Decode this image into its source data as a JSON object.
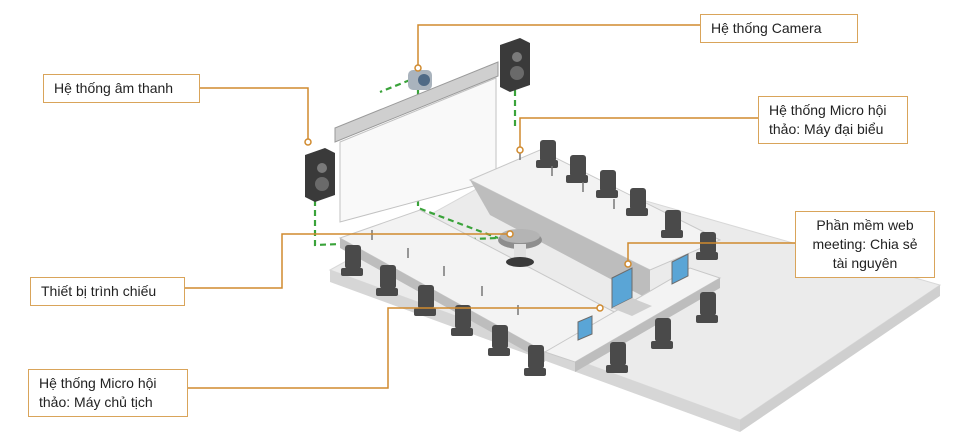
{
  "diagram": {
    "labels": {
      "camera": "Hệ thống Camera",
      "audio": "Hệ thống âm thanh",
      "delegate_mic": "Hệ thống Micro hội thảo: Máy đại biểu",
      "web_meeting": "Phần mềm web meeting: Chia sẻ tài nguyên",
      "projector": "Thiết bị trình chiếu",
      "chair_mic": "Hệ thống Micro hội thảo: Máy chủ tịch"
    },
    "colors": {
      "callout_border": "#d9a45a",
      "leader_line": "#d08a2e",
      "signal_line": "#3aa33a",
      "floor": "#e8e8e8",
      "table": "#f4f4f4",
      "chair": "#4a4a4a"
    }
  }
}
